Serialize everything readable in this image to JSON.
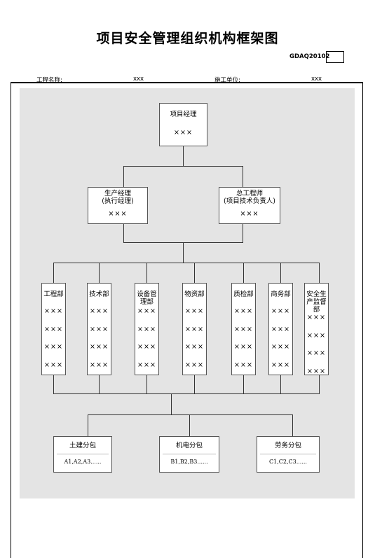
{
  "doc": {
    "title": "项目安全管理组织机构框架图",
    "code": "GDAQ20102",
    "project_label": "工程名称:",
    "project_value": "xxx",
    "contractor_label": "施工单位:",
    "contractor_value": "xxx"
  },
  "chart": {
    "pm": {
      "title": "项目经理",
      "name": "×××"
    },
    "prod": {
      "title": "生产经理",
      "subtitle": "(执行经理)",
      "name": "×××"
    },
    "eng": {
      "title": "总工程师",
      "subtitle": "(项目技术负责人)",
      "name": "×××"
    },
    "departments": [
      {
        "name": "工程部",
        "staff": [
          "×××",
          "×××",
          "×××",
          "×××"
        ]
      },
      {
        "name": "技术部",
        "staff": [
          "×××",
          "×××",
          "×××",
          "×××"
        ]
      },
      {
        "name": "设备管理部",
        "staff": [
          "×××",
          "×××",
          "×××",
          "×××"
        ]
      },
      {
        "name": "物资部",
        "staff": [
          "×××",
          "×××",
          "×××",
          "×××"
        ]
      },
      {
        "name": "质检部",
        "staff": [
          "×××",
          "×××",
          "×××",
          "×××"
        ]
      },
      {
        "name": "商务部",
        "staff": [
          "×××",
          "×××",
          "×××",
          "×××"
        ]
      },
      {
        "name": "安全生产监督部",
        "staff": [
          "×××",
          "×××",
          "×××",
          "×××"
        ]
      }
    ],
    "subcontracts": [
      {
        "name": "土建分包",
        "items": "A1,A2,A3......"
      },
      {
        "name": "机电分包",
        "items": "B1,B2,B3......"
      },
      {
        "name": "劳务分包",
        "items": "C1,C2,C3......"
      }
    ]
  }
}
